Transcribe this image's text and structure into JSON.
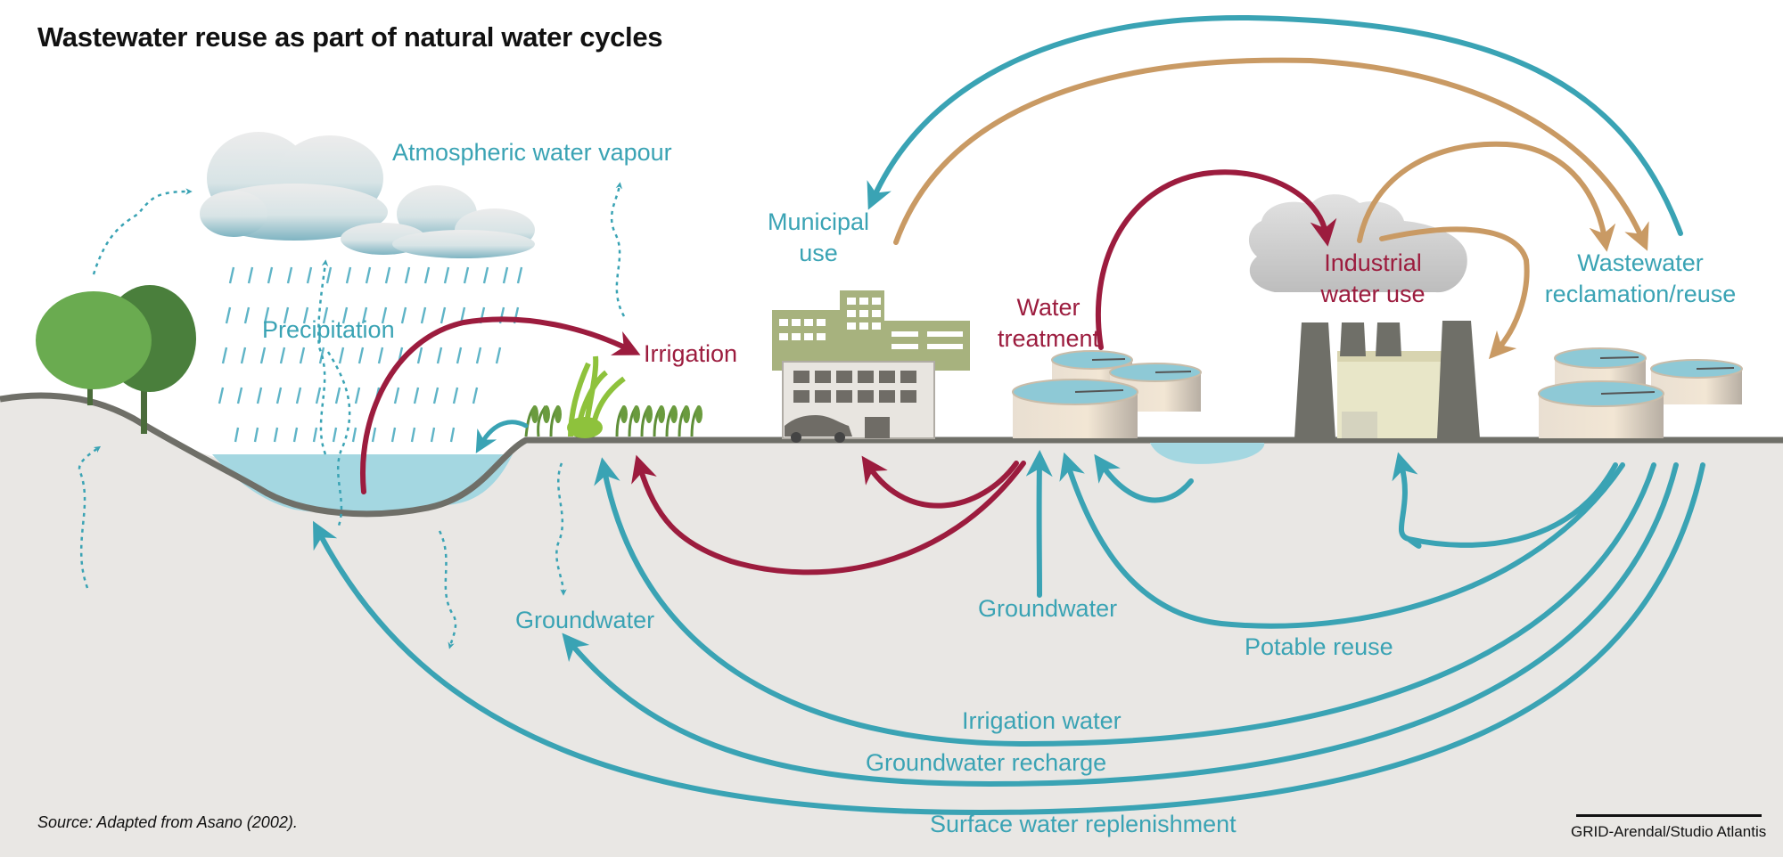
{
  "title": "Wastewater reuse as part of natural water cycles",
  "labels": {
    "atmospheric_vapour": "Atmospheric water vapour",
    "precipitation": "Precipitation",
    "irrigation": "Irrigation",
    "municipal_use": "Municipal use",
    "water_treatment": "Water treatment",
    "industrial_water_use": "Industrial water use",
    "wastewater_reclamation": "Wastewater reclamation/reuse",
    "groundwater_left": "Groundwater",
    "groundwater_center": "Groundwater",
    "potable_reuse": "Potable reuse",
    "irrigation_water": "Irrigation water",
    "groundwater_recharge": "Groundwater recharge",
    "surface_water_replenishment": "Surface water replenishment"
  },
  "source": "Source: Adapted from Asano (2002).",
  "credit": "GRID-Arendal/Studio Atlantis",
  "colors": {
    "teal": "#3aa3b4",
    "crimson": "#9c1c3e",
    "tan": "#c99a64",
    "ground": "#e9e7e4",
    "ground_line": "#6f6f68",
    "water": "#a4d7e1",
    "tree_light": "#6aab50",
    "tree_dark": "#4a7f3c",
    "building_green": "#a7b27e"
  }
}
